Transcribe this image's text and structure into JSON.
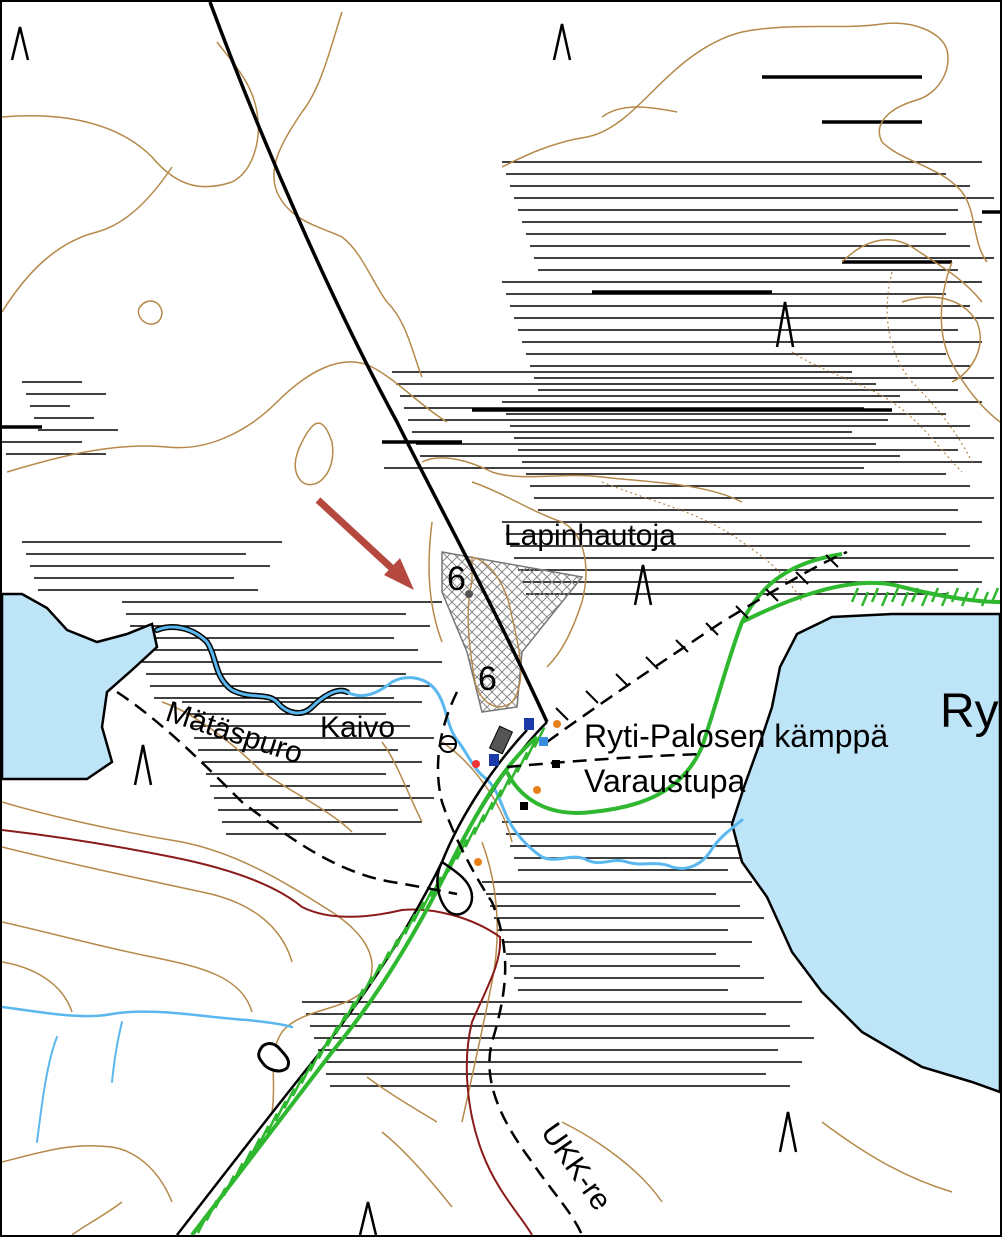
{
  "map": {
    "labels": {
      "lapinhautoja": "Lapinhautoja",
      "kaivo": "Kaivo",
      "matapuro": "Mätäspuro",
      "kamppa": "Ryti-Palosen kämppä",
      "varaustupa": "Varaustupa",
      "lake": "Ry",
      "trail": "UKK-re"
    },
    "colors": {
      "water": "#bde4f7",
      "contour": "#b5894a",
      "trail": "#2fb82f",
      "stream": "#5ab8ee",
      "arrow": "#b5483f",
      "boundary": "#8b1a1a"
    },
    "icons": [
      "marsh-symbol",
      "gravel-pit-hatch",
      "building-icon",
      "arrow-pointer"
    ]
  }
}
